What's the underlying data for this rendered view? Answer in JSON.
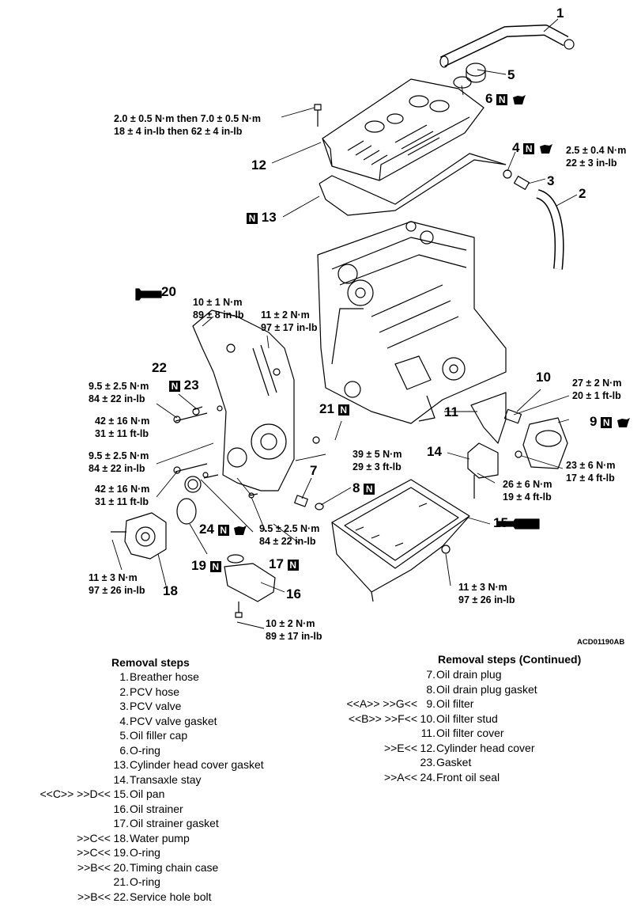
{
  "diagram_code": "ACD01190AB",
  "n_mark": "N",
  "parts": {
    "p1": "1",
    "p2": "2",
    "p3": "3",
    "p4": "4",
    "p5": "5",
    "p6": "6",
    "p7": "7",
    "p8": "8",
    "p9": "9",
    "p10": "10",
    "p11": "11",
    "p12": "12",
    "p13": "13",
    "p14": "14",
    "p15": "15",
    "p16": "16",
    "p17": "17",
    "p18": "18",
    "p19": "19",
    "p20": "20",
    "p21": "21",
    "p22": "22",
    "p23": "23",
    "p24": "24"
  },
  "torques": {
    "t_head_cover_a": "2.0 ± 0.5 N·m then 7.0 ± 0.5 N·m",
    "t_head_cover_b": "18 ± 4 in-lb then 62 ± 4 in-lb",
    "t_pcv_a": "2.5 ± 0.4 N·m",
    "t_pcv_b": "22 ± 3 in-lb",
    "t_case_top_a": "10 ± 1 N·m",
    "t_case_top_b": "89 ± 8 in-lb",
    "t_case_top2_a": "11 ± 2 N·m",
    "t_case_top2_b": "97 ± 17 in-lb",
    "t_case_l1_a": "9.5 ± 2.5 N·m",
    "t_case_l1_b": "84 ± 22 in-lb",
    "t_case_l2_a": "42 ± 16 N·m",
    "t_case_l2_b": "31 ± 11 ft-lb",
    "t_case_l3_a": "9.5 ± 2.5 N·m",
    "t_case_l3_b": "84 ± 22 in-lb",
    "t_case_l4_a": "42 ± 16 N·m",
    "t_case_l4_b": "31 ± 11 ft-lb",
    "t_case_r_a": "9.5 ± 2.5 N·m",
    "t_case_r_b": "84 ± 22 in-lb",
    "t_waterpump_a": "11 ± 3 N·m",
    "t_waterpump_b": "97 ± 26 in-lb",
    "t_strainer_a": "10 ± 2 N·m",
    "t_strainer_b": "89 ± 17 in-lb",
    "t_drain_a": "39 ± 5 N·m",
    "t_drain_b": "29 ± 3 ft-lb",
    "t_filtercov_a": "27 ± 2 N·m",
    "t_filtercov_b": "20 ± 1 ft-lb",
    "t_filter_a": "23 ± 6 N·m",
    "t_filter_b": "17 ± 4 ft-lb",
    "t_stay_a": "26 ± 6 N·m",
    "t_stay_b": "19 ± 4 ft-lb",
    "t_pan_a": "11 ± 3 N·m",
    "t_pan_b": "97 ± 26 in-lb"
  },
  "steps_left": {
    "title": "Removal steps",
    "items": [
      {
        "pre": "",
        "no": "1.",
        "name": "Breather hose"
      },
      {
        "pre": "",
        "no": "2.",
        "name": "PCV hose"
      },
      {
        "pre": "",
        "no": "3.",
        "name": "PCV valve"
      },
      {
        "pre": "",
        "no": "4.",
        "name": "PCV valve gasket"
      },
      {
        "pre": "",
        "no": "5.",
        "name": "Oil filler cap"
      },
      {
        "pre": "",
        "no": "6.",
        "name": "O-ring"
      },
      {
        "pre": "",
        "no": "13.",
        "name": "Cylinder head cover gasket"
      },
      {
        "pre": "",
        "no": "14.",
        "name": "Transaxle stay"
      },
      {
        "pre": "<<C>>   >>D<<",
        "no": "15.",
        "name": "Oil pan"
      },
      {
        "pre": "",
        "no": "16.",
        "name": "Oil strainer"
      },
      {
        "pre": "",
        "no": "17.",
        "name": "Oil strainer gasket"
      },
      {
        "pre": ">>C<<",
        "no": "18.",
        "name": "Water pump"
      },
      {
        "pre": ">>C<<",
        "no": "19.",
        "name": "O-ring"
      },
      {
        "pre": ">>B<<",
        "no": "20.",
        "name": "Timing chain case"
      },
      {
        "pre": "",
        "no": "21.",
        "name": "O-ring"
      },
      {
        "pre": ">>B<<",
        "no": "22.",
        "name": "Service hole bolt"
      }
    ]
  },
  "steps_right": {
    "title": "Removal steps (Continued)",
    "items": [
      {
        "pre": "",
        "no": "7.",
        "name": "Oil drain plug"
      },
      {
        "pre": "",
        "no": "8.",
        "name": "Oil drain plug gasket"
      },
      {
        "pre": "<<A>>   >>G<<",
        "no": "9.",
        "name": "Oil filter"
      },
      {
        "pre": "<<B>>   >>F<<",
        "no": "10.",
        "name": "Oil filter stud"
      },
      {
        "pre": "",
        "no": "11.",
        "name": "Oil filter cover"
      },
      {
        "pre": ">>E<<",
        "no": "12.",
        "name": "Cylinder head cover"
      },
      {
        "pre": "",
        "no": "23.",
        "name": "Gasket"
      },
      {
        "pre": ">>A<<",
        "no": "24.",
        "name": "Front oil seal"
      }
    ]
  }
}
